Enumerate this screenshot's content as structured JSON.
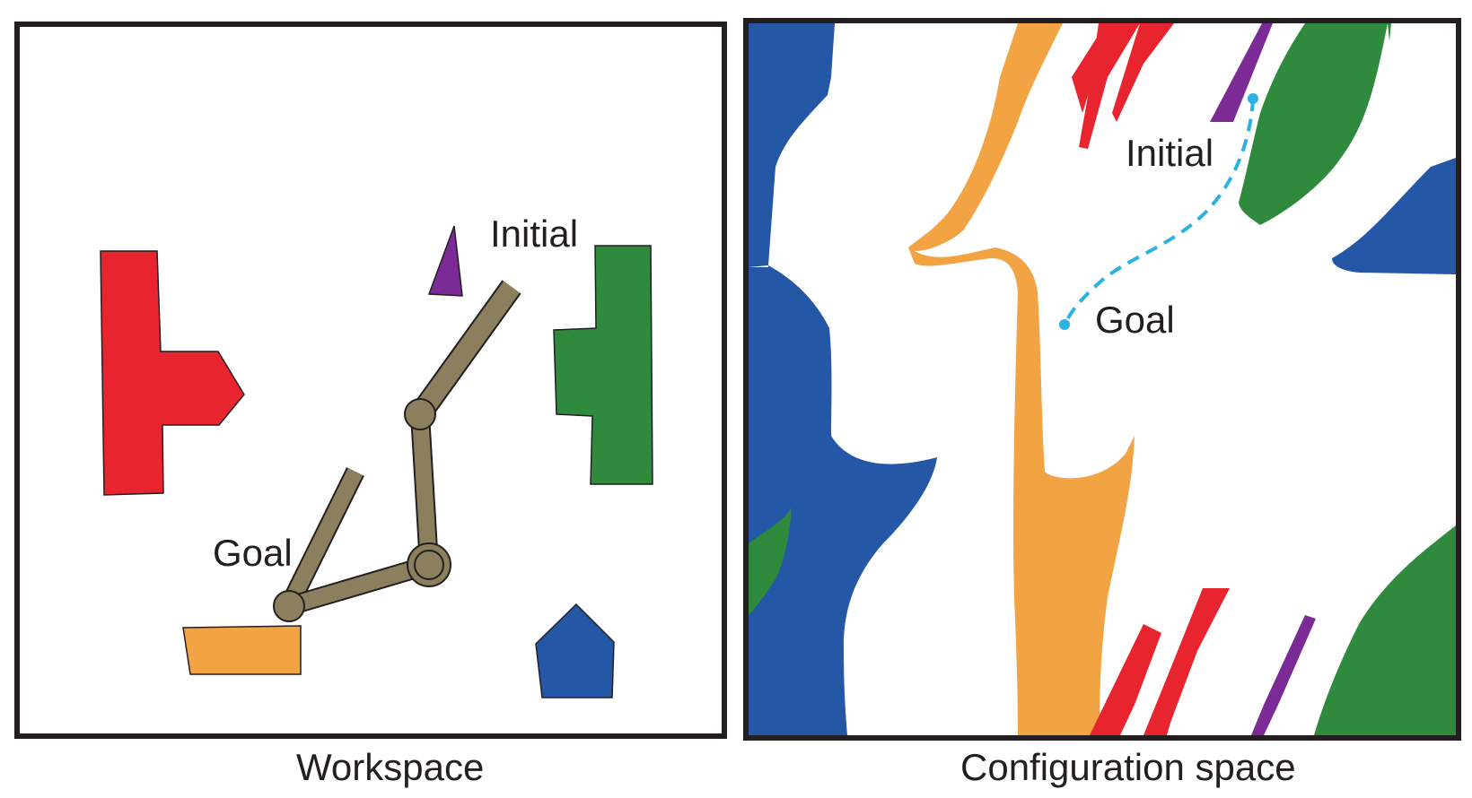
{
  "workspace": {
    "caption": "Workspace",
    "initial_label": "Initial",
    "goal_label": "Goal"
  },
  "configuration_space": {
    "caption": "Configuration space",
    "initial_label": "Initial",
    "goal_label": "Goal"
  },
  "colors": {
    "red": "#e8252f",
    "green": "#2f8a3e",
    "blue": "#2457a6",
    "orange": "#f2a444",
    "purple": "#7b2a96",
    "arm": "#8c7f5e",
    "path": "#2bb1e3",
    "outline": "#231f20"
  }
}
